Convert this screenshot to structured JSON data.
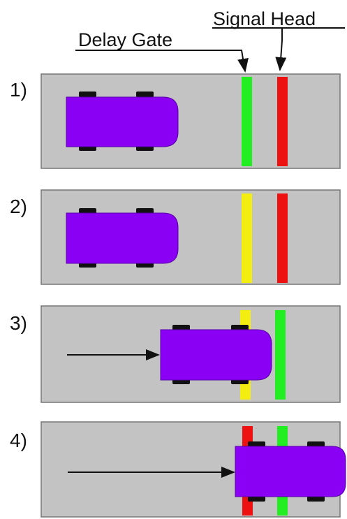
{
  "labels": {
    "delay_gate": "Delay Gate",
    "signal_head": "Signal Head"
  },
  "colors": {
    "road": "#c3c3c3",
    "road_border": "#777777",
    "car": "#8a00f5",
    "wheel": "#111111",
    "green": "#22ee22",
    "yellow": "#f4ee10",
    "red": "#ee1111"
  },
  "panels": [
    {
      "step": "1)",
      "delay_gate": "green",
      "signal_head": "red",
      "car_position": "behind",
      "car_moving": false
    },
    {
      "step": "2)",
      "delay_gate": "yellow",
      "signal_head": "red",
      "car_position": "behind",
      "car_moving": false
    },
    {
      "step": "3)",
      "delay_gate": "yellow",
      "signal_head": "green",
      "car_position": "at_gate",
      "car_moving": true
    },
    {
      "step": "4)",
      "delay_gate": "red",
      "signal_head": "green",
      "car_position": "past",
      "car_moving": true
    }
  ]
}
